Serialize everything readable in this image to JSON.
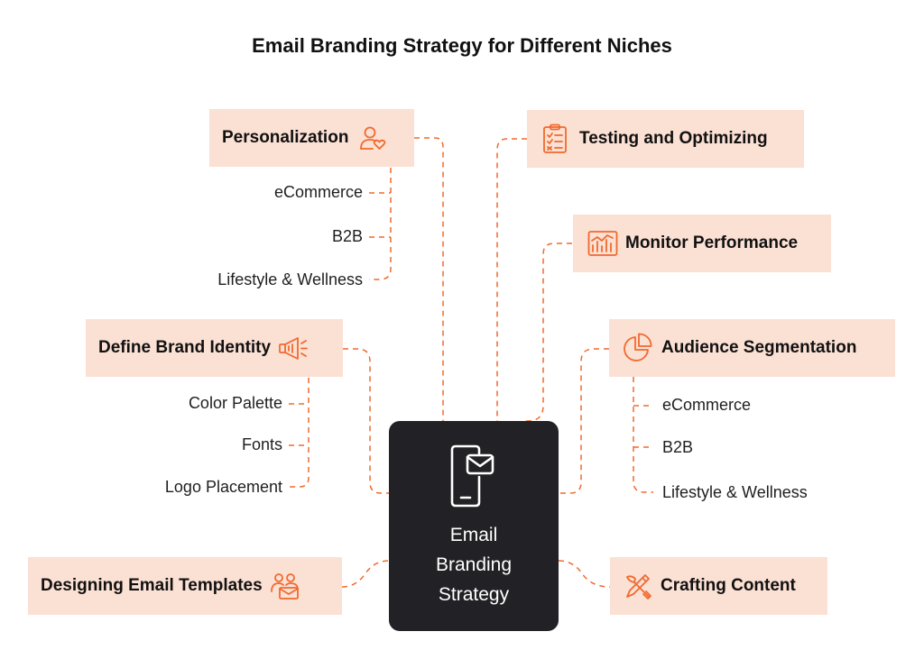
{
  "title": "Email Branding Strategy for Different Niches",
  "center": {
    "lines": [
      "Email",
      "Branding",
      "Strategy"
    ],
    "icon": "phone-mail-icon"
  },
  "left_nodes": {
    "personalization": {
      "label": "Personalization",
      "icon": "user-heart-icon",
      "subs": [
        "eCommerce",
        "B2B",
        "Lifestyle & Wellness"
      ]
    },
    "brand_identity": {
      "label": "Define Brand Identity",
      "icon": "megaphone-icon",
      "subs": [
        "Color Palette",
        "Fonts",
        "Logo Placement"
      ]
    },
    "email_templates": {
      "label": "Designing Email Templates",
      "icon": "team-mail-icon"
    }
  },
  "right_nodes": {
    "testing": {
      "label": "Testing and Optimizing",
      "icon": "clipboard-checklist-icon"
    },
    "monitor": {
      "label": "Monitor Performance",
      "icon": "bar-chart-icon"
    },
    "segmentation": {
      "label": "Audience Segmentation",
      "icon": "pie-chart-icon",
      "subs": [
        "eCommerce",
        "B2B",
        "Lifestyle & Wellness"
      ]
    },
    "content": {
      "label": "Crafting Content",
      "icon": "pencil-brush-icon"
    }
  },
  "colors": {
    "accent": "#f06a2e",
    "box_fill": "#fbe0d4",
    "center_fill": "#222226"
  }
}
